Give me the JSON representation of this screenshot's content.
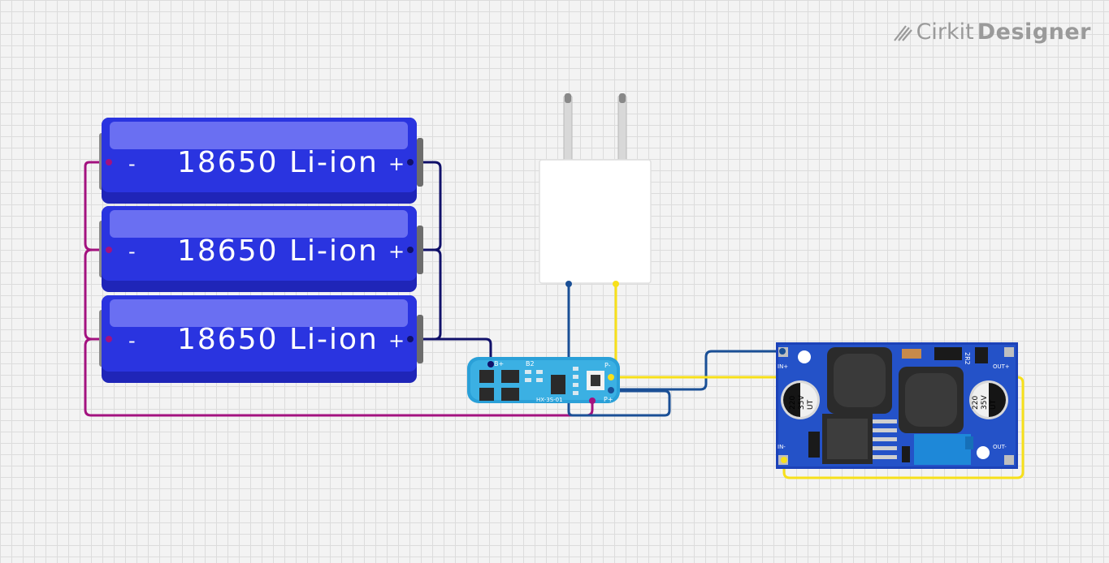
{
  "brand": {
    "name_regular": "Cirkit",
    "name_bold": "Designer"
  },
  "components": {
    "batteries": [
      {
        "label": "18650 Li-ion",
        "minus": "-",
        "plus": "+"
      },
      {
        "label": "18650 Li-ion",
        "minus": "-",
        "plus": "+"
      },
      {
        "label": "18650 Li-ion",
        "minus": "-",
        "plus": "+"
      }
    ],
    "bms": {
      "model": "HX-3S-01",
      "b_plus": "B+",
      "b2": "B2",
      "p_minus": "P-",
      "p_plus": "P+"
    },
    "converter": {
      "in_plus": "IN+",
      "in_minus": "IN-",
      "out_plus": "OUT+",
      "out_minus": "OUT-",
      "cap_text": [
        "220",
        "35V",
        "UT"
      ],
      "inductor_code": "2R2"
    }
  },
  "colors": {
    "background": "#f3f3f3",
    "grid": "#dcdcdc",
    "wire_magenta": "#a3127f",
    "wire_navy": "#11116a",
    "wire_blue": "#1a4f96",
    "wire_yellow": "#f7e01a",
    "battery_blue": "#2a34e0",
    "pcb_blue": "#2452c8"
  }
}
